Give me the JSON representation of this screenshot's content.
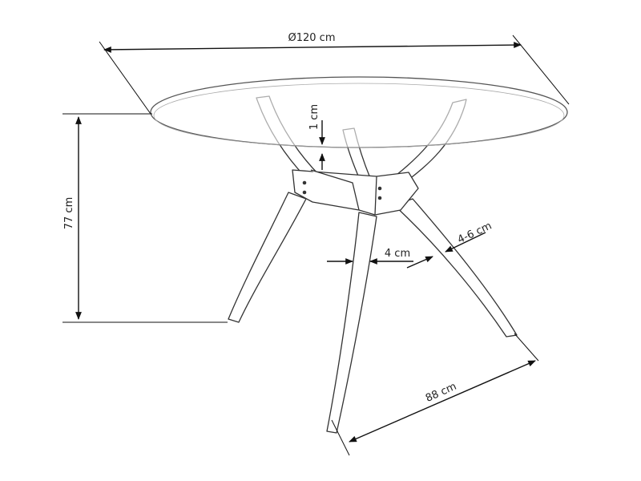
{
  "dimensions": {
    "diameter": "Ø120 cm",
    "height": "77 cm",
    "top_thickness": "1 cm",
    "leg_width": "4 cm",
    "leg_depth": "4-6 cm",
    "leg_length": "88 cm"
  },
  "colors": {
    "line": "#111111",
    "glass_edge": "#555555",
    "frame_edge": "#333333"
  }
}
